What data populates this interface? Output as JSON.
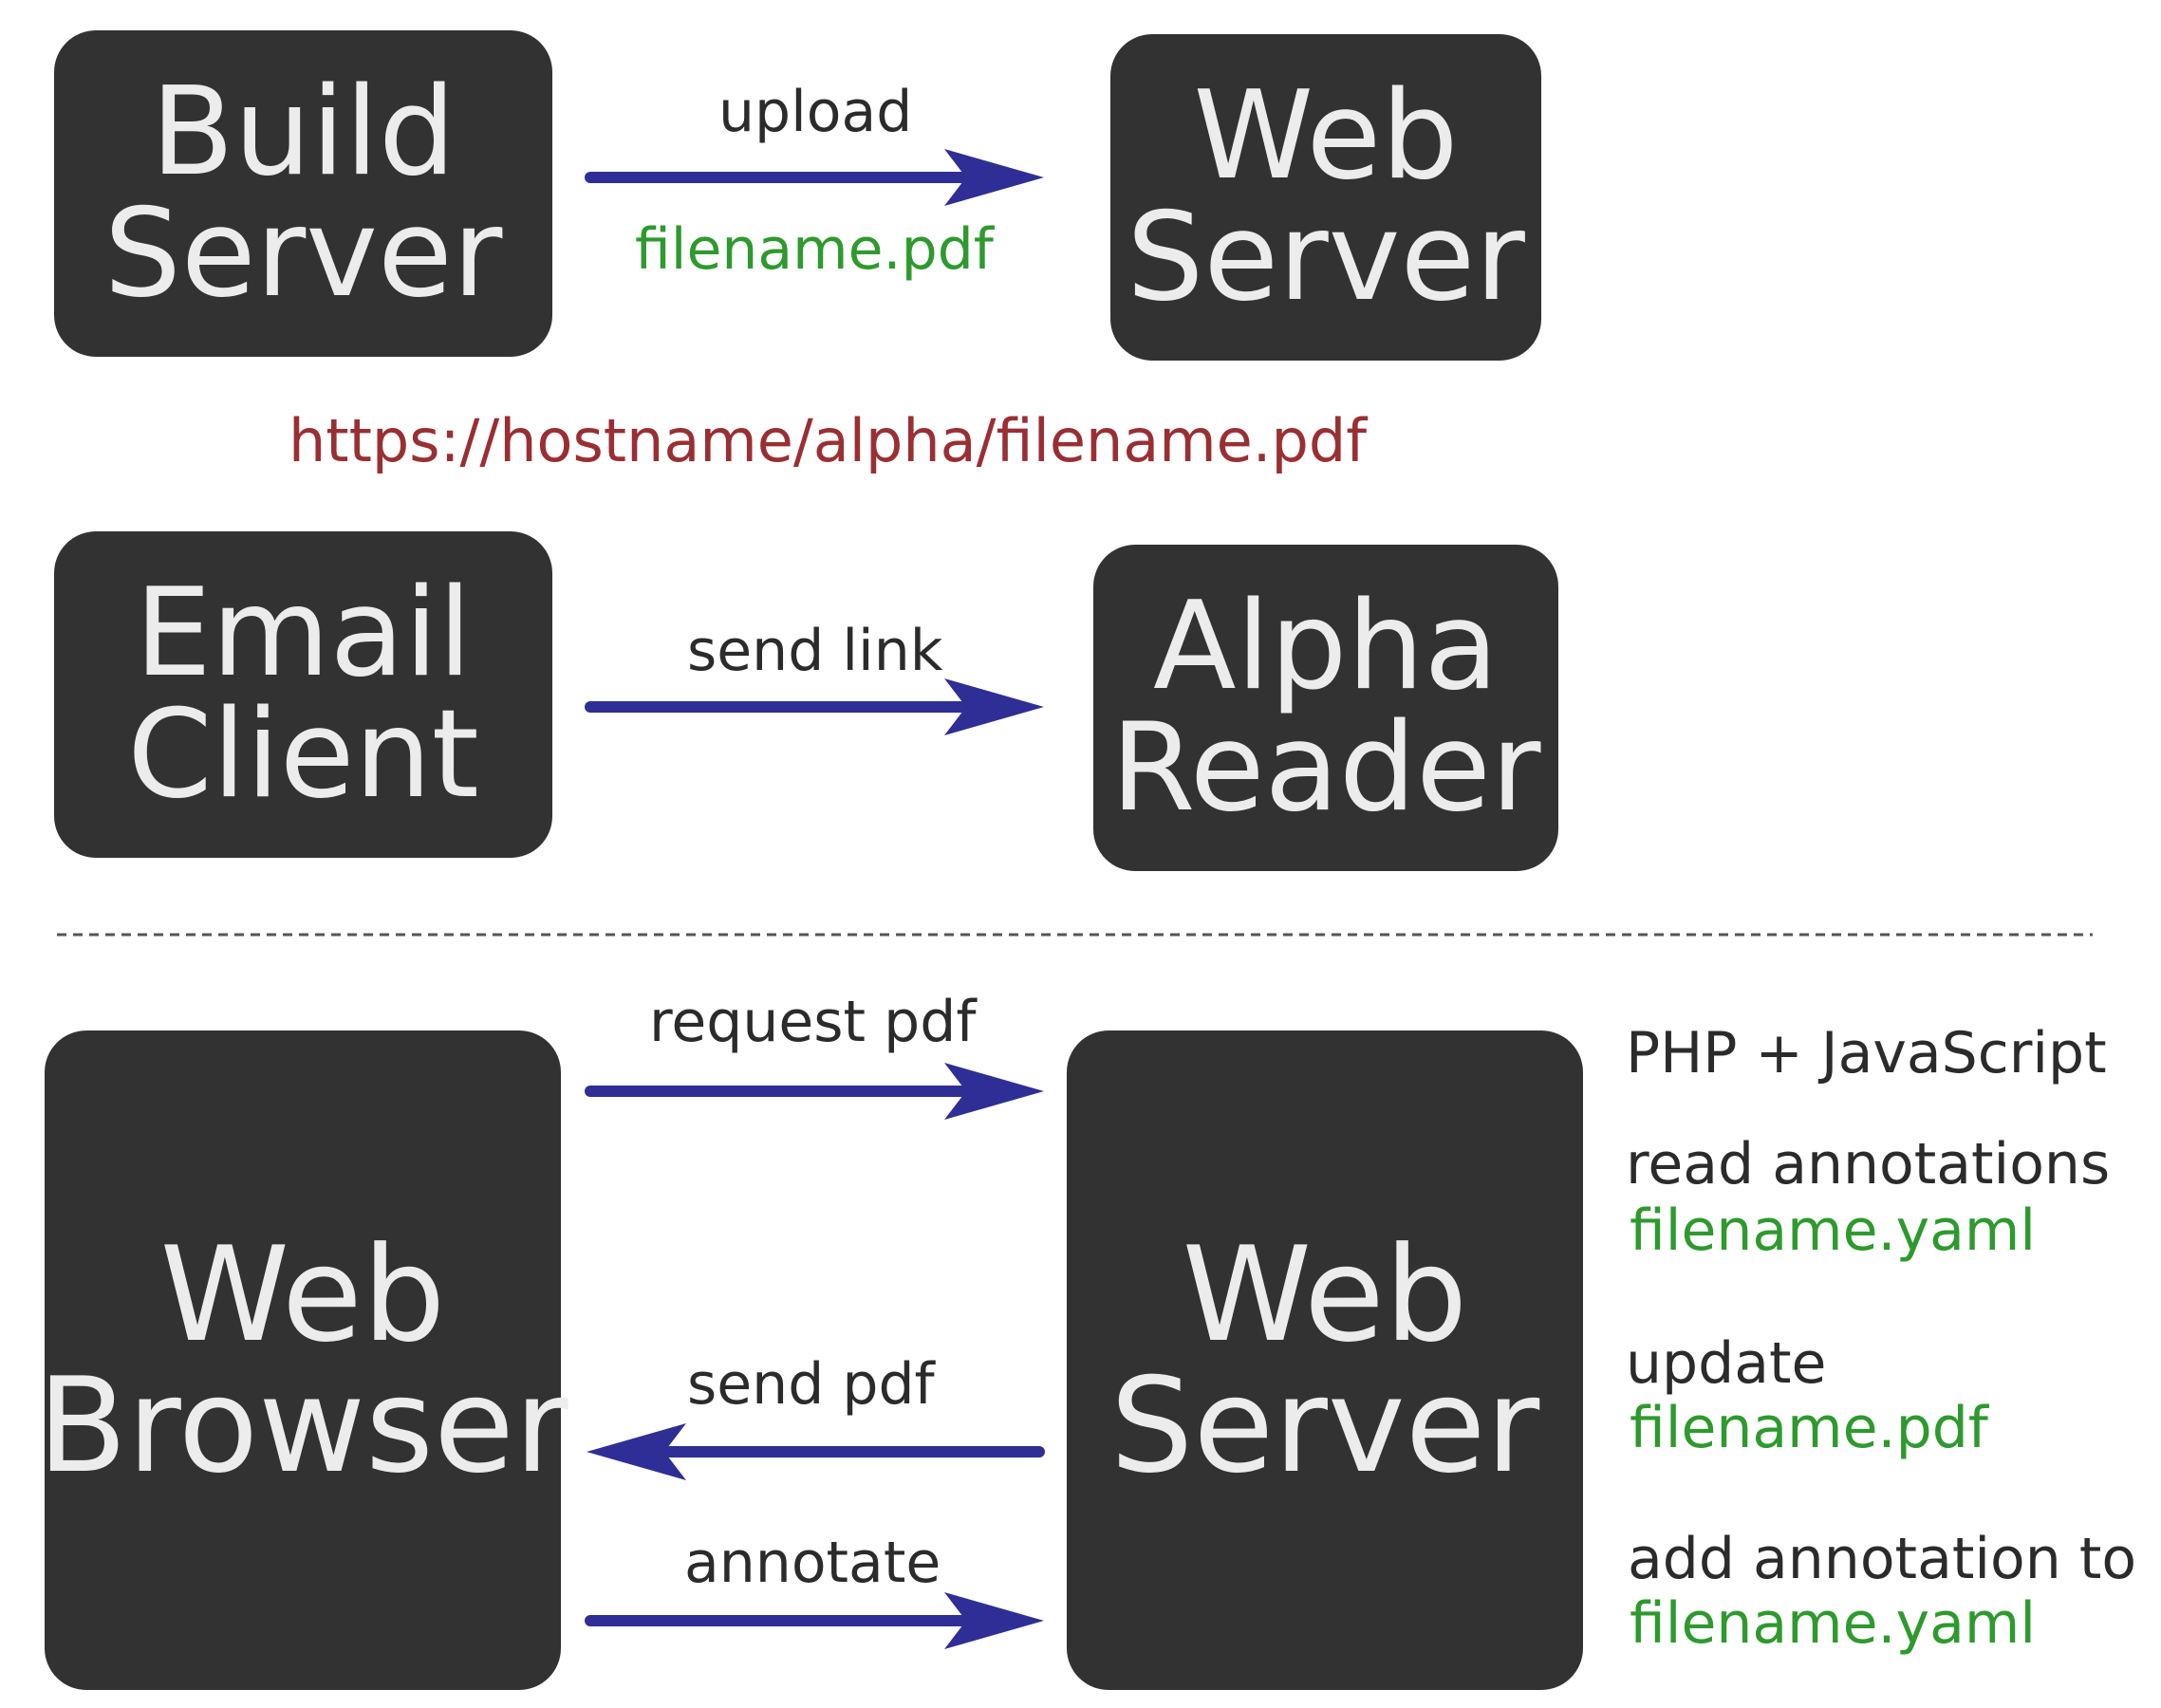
{
  "colors": {
    "box_fill": "#323232",
    "box_text": "#ececec",
    "arrow": "#2e2e96",
    "label_text": "#2b2b2b",
    "filename_green": "#2e9a2e",
    "url_red": "#9a2f33"
  },
  "nodes": {
    "build_server": {
      "line1": "Build",
      "line2": "Server"
    },
    "web_server_top": {
      "line1": "Web",
      "line2": "Server"
    },
    "email_client": {
      "line1": "Email",
      "line2": "Client"
    },
    "alpha_reader": {
      "line1": "Alpha",
      "line2": "Reader"
    },
    "web_browser": {
      "line1": "Web",
      "line2": "Browser"
    },
    "web_server_bottom": {
      "line1": "Web",
      "line2": "Server"
    }
  },
  "edges": {
    "upload": {
      "label": "upload",
      "file": "filename.pdf"
    },
    "send_link": {
      "label": "send link"
    },
    "request_pdf": {
      "label": "request pdf"
    },
    "send_pdf": {
      "label": "send pdf"
    },
    "annotate": {
      "label": "annotate"
    }
  },
  "url": "https://hostname/alpha/filename.pdf",
  "notes": {
    "stack": "PHP + JavaScript",
    "read_annotations": "read annotations",
    "read_file": "filename.yaml",
    "update": "update",
    "update_file": "filename.pdf",
    "add_annotation": "add annotation to",
    "add_file": "filename.yaml"
  }
}
